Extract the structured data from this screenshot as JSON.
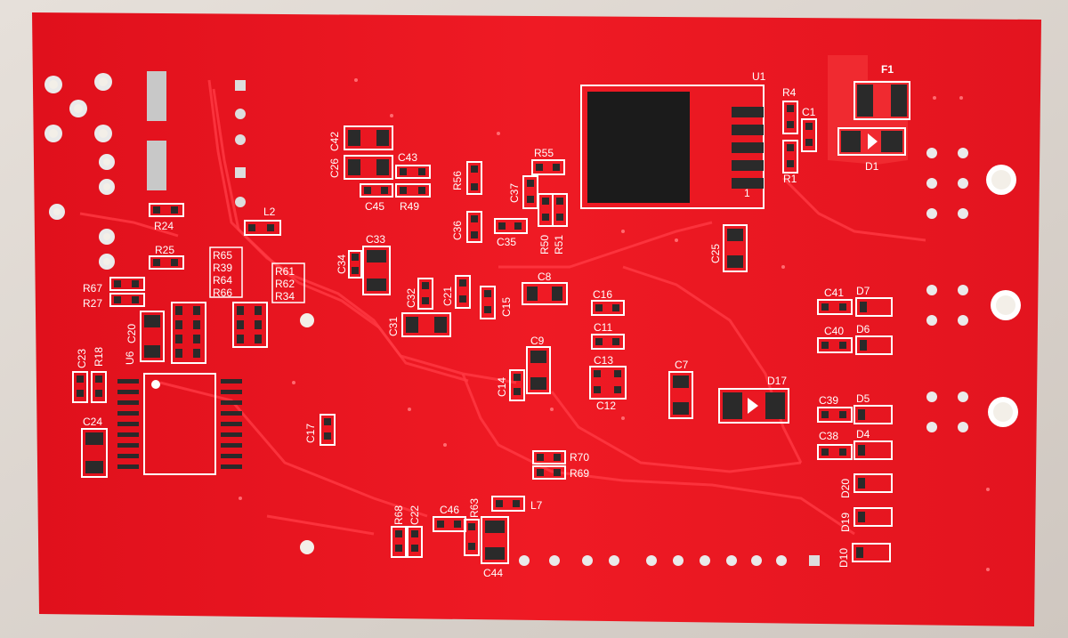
{
  "labels": {
    "u1": "U1",
    "f1": "F1",
    "d1": "D1",
    "r4": "R4",
    "c1": "C1",
    "r1": "R1",
    "c26": "C26",
    "c42": "C42",
    "c43": "C43",
    "c45": "C45",
    "r49": "R49",
    "r56": "R56",
    "c36": "C36",
    "c35": "C35",
    "r55": "R55",
    "c37": "C37",
    "r50": "R50",
    "r51": "R51",
    "l2": "L2",
    "c33": "C33",
    "c34": "C34",
    "r24": "R24",
    "r25": "R25",
    "r65": "R65",
    "r39": "R39",
    "r64": "R64",
    "r66": "R66",
    "r61": "R61",
    "r62": "R62",
    "r34": "R34",
    "r67": "R67",
    "r27": "R27",
    "c20": "C20",
    "c23": "C23",
    "r18": "R18",
    "u6": "U6",
    "c24": "C24",
    "c32": "C32",
    "c21": "C21",
    "c15": "C15",
    "c31": "C31",
    "c8": "C8",
    "c16": "C16",
    "c11": "C11",
    "c9": "C9",
    "c14": "C14",
    "c13": "C13",
    "c12": "C12",
    "c7": "C7",
    "d17": "D17",
    "c25": "C25",
    "c41": "C41",
    "d7": "D7",
    "c40": "C40",
    "d6": "D6",
    "c39": "C39",
    "d5": "D5",
    "c38": "C38",
    "d4": "D4",
    "d20": "D20",
    "d19": "D19",
    "d10": "D10",
    "c17": "C17",
    "r70": "R70",
    "r69": "R69",
    "r68": "R68",
    "c22": "C22",
    "c46": "C46",
    "r63": "R63",
    "l7": "L7",
    "c44": "C44",
    "pin1": "1"
  }
}
